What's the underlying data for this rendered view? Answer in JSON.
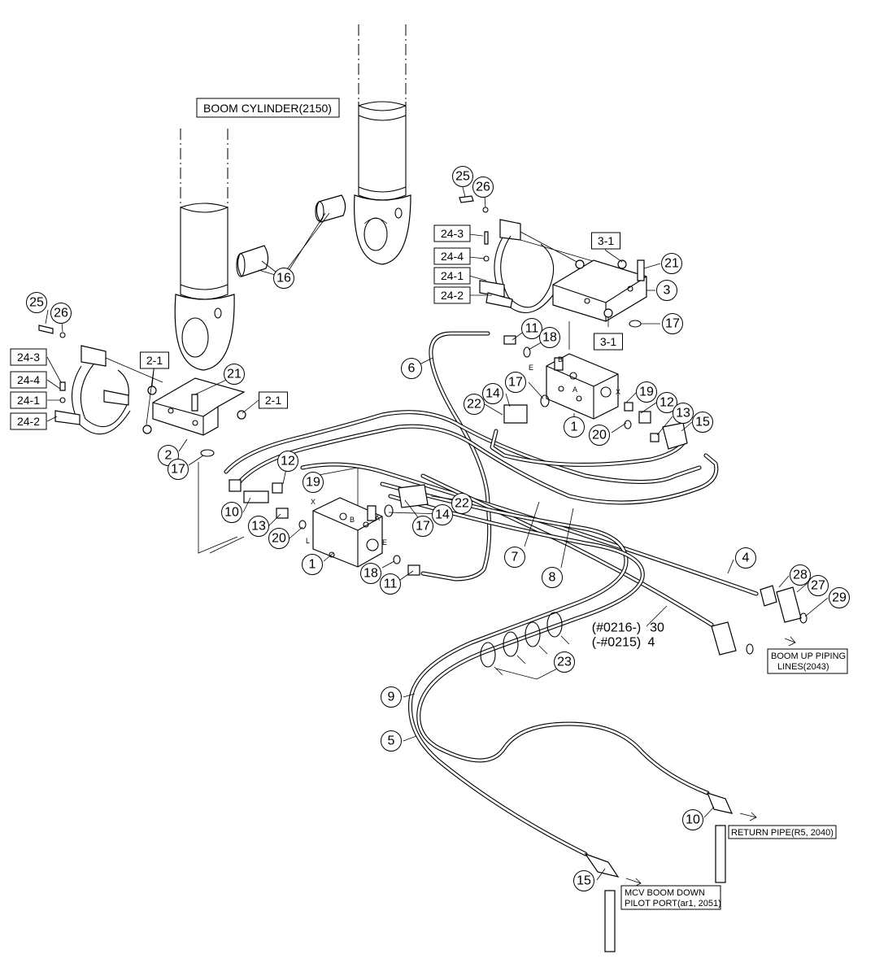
{
  "titles": {
    "boom_cylinder": "BOOM CYLINDER(2150)"
  },
  "notes": {
    "boom_up_1": "BOOM UP PIPING",
    "boom_up_2": "LINES(2043)",
    "return_pipe": "RETURN PIPE(R5, 2040)",
    "mcv_1": "MCV BOOM DOWN",
    "mcv_2": "PILOT PORT(ar1, 2051)",
    "serial_new": "(#0216-)",
    "serial_old": "(-#0215)"
  },
  "port_letters": {
    "a": "A",
    "b": "B",
    "e": "E",
    "x": "X",
    "l": "L"
  },
  "callouts": [
    {
      "id": "c25-r",
      "text": "25"
    },
    {
      "id": "c26-r",
      "text": "26"
    },
    {
      "id": "c24-3-r",
      "text": "24-3",
      "boxed": true
    },
    {
      "id": "c24-4-r",
      "text": "24-4",
      "boxed": true
    },
    {
      "id": "c24-1-r",
      "text": "24-1",
      "boxed": true
    },
    {
      "id": "c24-2-r",
      "text": "24-2",
      "boxed": true
    },
    {
      "id": "c3-1-top",
      "text": "3-1",
      "boxed": true
    },
    {
      "id": "c21-r",
      "text": "21"
    },
    {
      "id": "c3-r",
      "text": "3"
    },
    {
      "id": "c17-rt",
      "text": "17"
    },
    {
      "id": "c3-1-bot",
      "text": "3-1",
      "boxed": true
    },
    {
      "id": "c16",
      "text": "16"
    },
    {
      "id": "c25-l",
      "text": "25"
    },
    {
      "id": "c26-l",
      "text": "26"
    },
    {
      "id": "c24-3-l",
      "text": "24-3",
      "boxed": true
    },
    {
      "id": "c24-4-l",
      "text": "24-4",
      "boxed": true
    },
    {
      "id": "c24-1-l",
      "text": "24-1",
      "boxed": true
    },
    {
      "id": "c24-2-l",
      "text": "24-2",
      "boxed": true
    },
    {
      "id": "c2-1-top",
      "text": "2-1",
      "boxed": true
    },
    {
      "id": "c21-l",
      "text": "21"
    },
    {
      "id": "c2-1-right",
      "text": "2-1",
      "boxed": true
    },
    {
      "id": "c2",
      "text": "2"
    },
    {
      "id": "c17-l",
      "text": "17"
    },
    {
      "id": "c11-r",
      "text": "11"
    },
    {
      "id": "c18-r",
      "text": "18"
    },
    {
      "id": "c6",
      "text": "6"
    },
    {
      "id": "c17-mid",
      "text": "17"
    },
    {
      "id": "c14-r",
      "text": "14"
    },
    {
      "id": "c22-r",
      "text": "22"
    },
    {
      "id": "c1-r",
      "text": "1"
    },
    {
      "id": "c19-r",
      "text": "19"
    },
    {
      "id": "c12-r",
      "text": "12"
    },
    {
      "id": "c13-r",
      "text": "13"
    },
    {
      "id": "c15-r",
      "text": "15"
    },
    {
      "id": "c20-r",
      "text": "20"
    },
    {
      "id": "c12-l",
      "text": "12"
    },
    {
      "id": "c19-l",
      "text": "19"
    },
    {
      "id": "c10-l",
      "text": "10"
    },
    {
      "id": "c13-l",
      "text": "13"
    },
    {
      "id": "c20-l",
      "text": "20"
    },
    {
      "id": "c1-l",
      "text": "1"
    },
    {
      "id": "c18-l",
      "text": "18"
    },
    {
      "id": "c11-l",
      "text": "11"
    },
    {
      "id": "c17-l2",
      "text": "17"
    },
    {
      "id": "c14-l",
      "text": "14"
    },
    {
      "id": "c22-l",
      "text": "22"
    },
    {
      "id": "c7",
      "text": "7"
    },
    {
      "id": "c8",
      "text": "8"
    },
    {
      "id": "c4-top",
      "text": "4"
    },
    {
      "id": "c28",
      "text": "28"
    },
    {
      "id": "c27",
      "text": "27"
    },
    {
      "id": "c29",
      "text": "29"
    },
    {
      "id": "c30",
      "text": "30"
    },
    {
      "id": "c4-mid",
      "text": "4"
    },
    {
      "id": "c23",
      "text": "23"
    },
    {
      "id": "c9",
      "text": "9"
    },
    {
      "id": "c5",
      "text": "5"
    },
    {
      "id": "c10-r",
      "text": "10"
    },
    {
      "id": "c15-b",
      "text": "15"
    }
  ]
}
